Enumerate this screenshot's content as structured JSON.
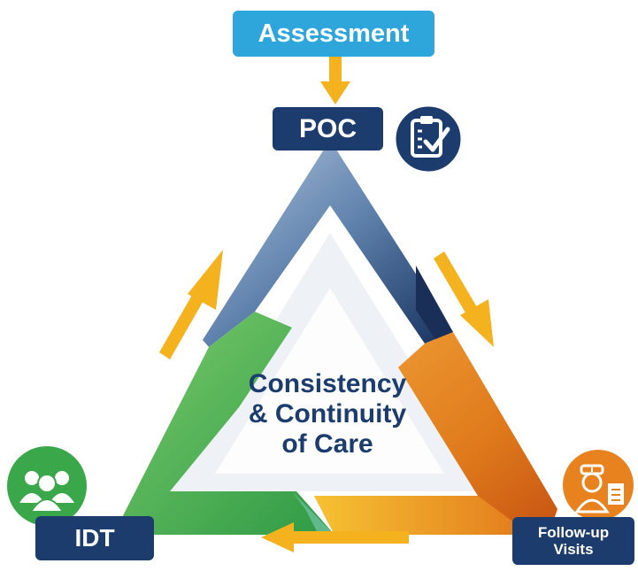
{
  "nodes": {
    "assessment": "Assessment",
    "poc": "POC",
    "idt": "IDT",
    "followup_line1": "Follow-up",
    "followup_line2": "Visits"
  },
  "center": {
    "line1": "Consistency",
    "line2": "& Continuity",
    "line3": "of Care"
  },
  "icons": {
    "poc": "clipboard-check-icon",
    "idt": "team-group-icon",
    "followup": "doctor-report-icon"
  },
  "colors": {
    "accent_blue": "#2ea6dc",
    "navy": "#1c3c6e",
    "green": "#3aa84a",
    "orange": "#e8821e",
    "arrow_yellow": "#f5b21f"
  }
}
